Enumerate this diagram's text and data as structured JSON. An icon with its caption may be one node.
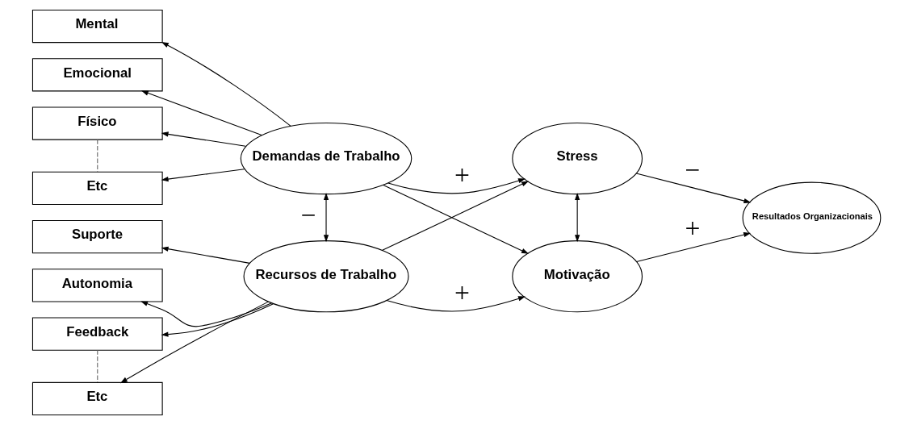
{
  "diagram": {
    "nodes": [
      {
        "text": [
          "Mental"
        ]
      },
      {
        "text": [
          "Emocional"
        ]
      },
      {
        "text": [
          "Físico"
        ]
      },
      {
        "text": [
          "Etc"
        ]
      },
      {
        "text": [
          "Suporte"
        ]
      },
      {
        "text": [
          "Autonomia"
        ]
      },
      {
        "text": [
          "Feedback"
        ]
      },
      {
        "text": [
          "Etc"
        ]
      },
      {
        "text": [
          "Demandas de Trabalho"
        ]
      },
      {
        "text": [
          "Recursos de Trabalho"
        ]
      },
      {
        "text": [
          "Stress"
        ]
      },
      {
        "text": [
          "Motivação"
        ]
      },
      {
        "text": [
          "Resultados Organizacionais"
        ]
      }
    ],
    "edges": [
      {
        "from": 8,
        "to": 0,
        "arrow": "to"
      },
      {
        "from": 8,
        "to": 1,
        "arrow": "to"
      },
      {
        "from": 8,
        "to": 2,
        "arrow": "to"
      },
      {
        "from": 8,
        "to": 3,
        "arrow": "to"
      },
      {
        "from": 2,
        "to": 3,
        "arrow": "none",
        "style": "dashed",
        "color": "#666666"
      },
      {
        "from": 9,
        "to": 4,
        "arrow": "to"
      },
      {
        "from": 9,
        "to": 5,
        "arrow": "to"
      },
      {
        "from": 9,
        "to": 6,
        "arrow": "to"
      },
      {
        "from": 9,
        "to": 7,
        "arrow": "to"
      },
      {
        "from": 6,
        "to": 7,
        "arrow": "none",
        "style": "dashed",
        "color": "#666666"
      },
      {
        "from": 8,
        "to": 9,
        "arrow": "both",
        "label": "−"
      },
      {
        "from": 8,
        "to": 10,
        "arrow": "to",
        "label": "+"
      },
      {
        "from": 9,
        "to": 10,
        "arrow": "to"
      },
      {
        "from": 8,
        "to": 11,
        "arrow": "to"
      },
      {
        "from": 9,
        "to": 11,
        "arrow": "to",
        "label": "+"
      },
      {
        "from": 10,
        "to": 11,
        "arrow": "both"
      },
      {
        "from": 10,
        "to": 12,
        "arrow": "to",
        "label": "−"
      },
      {
        "from": 11,
        "to": 12,
        "arrow": "to",
        "label": "+"
      }
    ]
  }
}
